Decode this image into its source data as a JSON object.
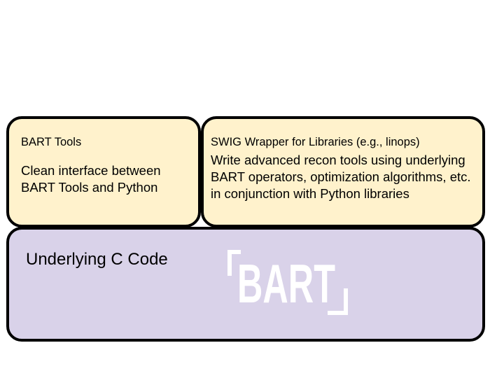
{
  "top_row": {
    "bart_tools": {
      "title": "BART Tools",
      "description": "Clean interface between BART Tools and Python"
    },
    "swig_wrapper": {
      "title": "SWIG Wrapper for Libraries (e.g., linops)",
      "description": "Write advanced recon tools using underlying BART operators, optimization algorithms, etc. in conjunction with Python libraries"
    }
  },
  "bottom_layer": {
    "label": "Underlying C Code",
    "logo_text": "BART",
    "logo_icon": "bart-logo-icon"
  },
  "colors": {
    "tool_box_fill": "#fff2cc",
    "base_box_fill": "#d9d2e9",
    "border": "#000000",
    "logo": "#ffffff"
  }
}
